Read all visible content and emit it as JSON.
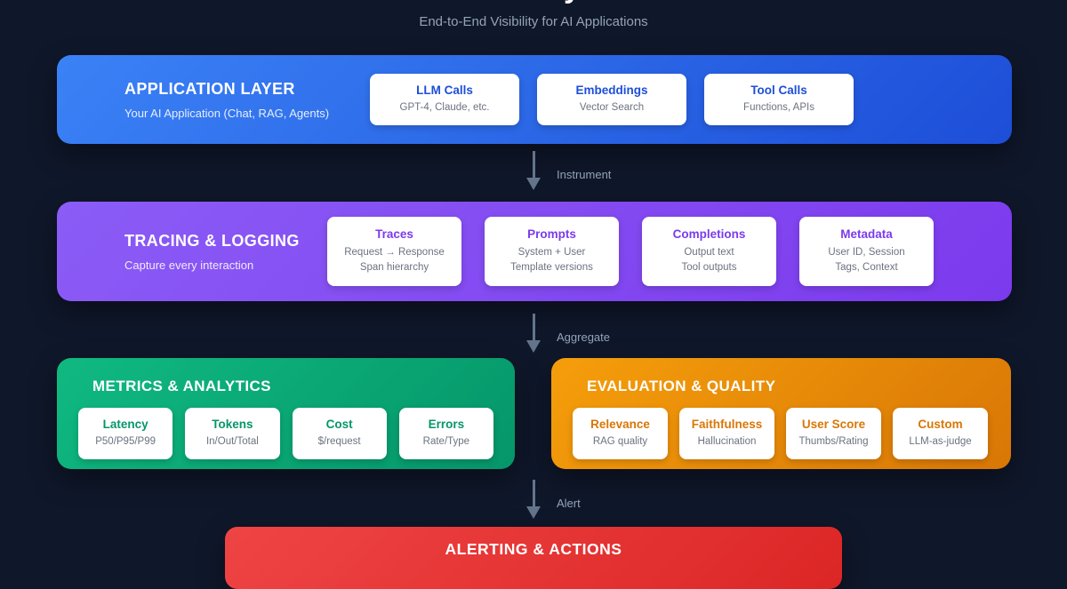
{
  "page": {
    "title_fragment": "y",
    "subtitle": "End-to-End Visibility for AI Applications"
  },
  "arrows": [
    {
      "label": "Instrument"
    },
    {
      "label": "Aggregate"
    },
    {
      "label": "Alert"
    }
  ],
  "layers": {
    "application": {
      "title": "APPLICATION LAYER",
      "subtitle": "Your AI Application (Chat, RAG, Agents)",
      "cards": [
        {
          "title": "LLM Calls",
          "lines": [
            "GPT-4, Claude, etc."
          ]
        },
        {
          "title": "Embeddings",
          "lines": [
            "Vector Search"
          ]
        },
        {
          "title": "Tool Calls",
          "lines": [
            "Functions, APIs"
          ]
        }
      ]
    },
    "tracing": {
      "title": "TRACING & LOGGING",
      "subtitle": "Capture every interaction",
      "cards": [
        {
          "title": "Traces",
          "lines": [
            "Request → Response",
            "Span hierarchy"
          ]
        },
        {
          "title": "Prompts",
          "lines": [
            "System + User",
            "Template versions"
          ]
        },
        {
          "title": "Completions",
          "lines": [
            "Output text",
            "Tool outputs"
          ]
        },
        {
          "title": "Metadata",
          "lines": [
            "User ID, Session",
            "Tags, Context"
          ]
        }
      ]
    },
    "metrics": {
      "title": "METRICS & ANALYTICS",
      "cards": [
        {
          "title": "Latency",
          "lines": [
            "P50/P95/P99"
          ]
        },
        {
          "title": "Tokens",
          "lines": [
            "In/Out/Total"
          ]
        },
        {
          "title": "Cost",
          "lines": [
            "$/request"
          ]
        },
        {
          "title": "Errors",
          "lines": [
            "Rate/Type"
          ]
        }
      ]
    },
    "evaluation": {
      "title": "EVALUATION & QUALITY",
      "cards": [
        {
          "title": "Relevance",
          "lines": [
            "RAG quality"
          ]
        },
        {
          "title": "Faithfulness",
          "lines": [
            "Hallucination"
          ]
        },
        {
          "title": "User Score",
          "lines": [
            "Thumbs/Rating"
          ]
        },
        {
          "title": "Custom",
          "lines": [
            "LLM-as-judge"
          ]
        }
      ]
    },
    "alerting": {
      "title": "ALERTING & ACTIONS"
    }
  },
  "colors": {
    "background": "#0f172a",
    "application_layer": "#3b82f6",
    "tracing_layer": "#8b5cf6",
    "metrics_layer": "#10b981",
    "evaluation_layer": "#f59e0b",
    "alerting_layer": "#ef4444",
    "arrow": "#64748b",
    "muted_text": "#94a3b8",
    "card_subtext": "#6b7280"
  }
}
